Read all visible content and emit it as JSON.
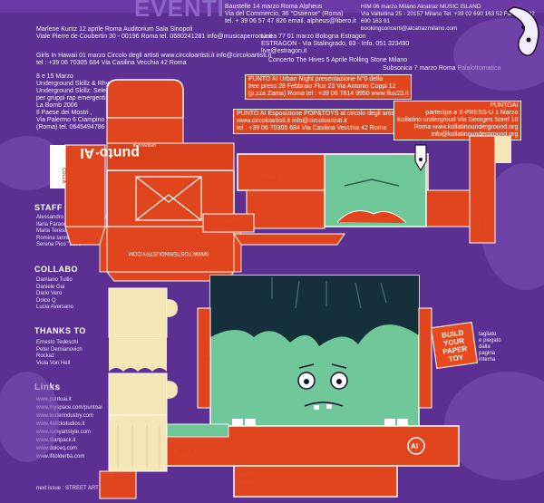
{
  "header": {
    "title": "EVENTI"
  },
  "events": {
    "e1": "Baustelle 14 marzo Roma Alpheus\nVia del Commercio, 36 \"Ostiense\" (Roma)\ntel. + 39 06 57 47 826  email. alpheus@libero.it",
    "e2": "HIM 06 marzo Milano Alcatraz MUSIC ISLAND\nVia Valtellina 25 - 20157 Milano  Tel. +39 02 690 163 52  Fax. +39 02 690 163 91\nbookingconcerti@alcatrazmilano.com",
    "e3": "Marlene Kuntz 12 aprile Roma Auditorium Sala Sinopoli\nViale Pierre de Coubertin 30 - 00196  Roma  tel. 0680241281  info@musicaperroma.it",
    "e4": "Linea 77 01 marzo Bologna Estragon\nESTRAGON - Via Stalingrado, 83 - Info. 051 323490\nlive@estragon.it",
    "e5": "Girls In Hawaii 01 marzo Circolo degli artisti  www.circoloartisti.it  info@circoloartisti.it\ntel : +39 06 70305 684 Via Casilina Vecchia 42 Roma",
    "e6": "Concerto The Hives 5 Aprile Rolling Stone Milano",
    "e7": "Subsonica 7 marzo Roma Palalottomatica",
    "e8": "8 e 15 Marzo\nUnderground Skillz & Rhyme Battle\nUnderground Skillz: Selezioni ufficiali\nper gruppi rap emergenti per\nLa Bomb 2006\nIl Paese dei Mostri ,\nVia Palermo 6 Ciampino\n(Roma) tel. 0645494786"
  },
  "boxes": {
    "b1": "PUNTO AI Urban Night presentazione N°0 della\nfree press 28 Febbraio Flux 23 Via Antonio Coppi 12\n(p.zza Zama) Roma tel : +39 06 7814 9950 www.flux23.it",
    "b2": "PUNTO AI  Esposizione POP&TOYS al circolo degli artisti\nwww.circoloartisti.it  info@circoloartisti.it\ntel : +39 06 70305 684 Via Casilina Vecchia 42 Roma",
    "b3": "PUNTOAI\npartecipa a X-PRESS-U 1 Marzo\nKollatino undergroud  Via Georges Sorel 10\nRoma  www.kollatinounderground.org\ninfo@kollatinounderground.org"
  },
  "staff": {
    "title": "STAFF",
    "items": [
      "Alessandro Ronchetti \"Kongal\"",
      "Ilaria Faraoni \"Jin\"",
      "Maria Teresa Sarno \"Kinga\"",
      "Romina Iannuzzi \"Lil'Ro\"",
      "Serena Pico \"Sere\""
    ]
  },
  "collabo": {
    "title": "COLLABO",
    "items": [
      "Damiano Tullio",
      "Daniele Gai",
      "Dario Vero",
      "Dolce Q",
      "Lucia Aversano"
    ]
  },
  "thanks": {
    "title": "THANKS TO",
    "items": [
      "Ernesto Tedeschi",
      "Peter Demianovich",
      "Rockaz",
      "Viola Von Hell"
    ]
  },
  "links": {
    "title": "Links",
    "items": [
      "www.puntoai.it",
      "www.myspace.com/puntoai",
      "www.tosterindustry.com",
      "www.4stickstudios.it",
      "www.romyartstyle.com",
      "www.startpack.it",
      "www.dolceq.com",
      "www.ifitolderba.com"
    ]
  },
  "toy": {
    "brand": "punto·AI",
    "brand_sub": "URBAN LAB",
    "url": "WWW.TOSTERINDUSTRY.COM",
    "glue_label": "COLLA",
    "badge": "BUILD\nYOUR\nPAPER\nTOY",
    "badge_note": "tagliato\ne piegato\ndalla\npagina\ninterna",
    "belt_letters": "AI"
  },
  "footer": {
    "next_issue": "next issue : STREET ART"
  },
  "colors": {
    "background": "#5c2f93",
    "paper_red": "#e0451d",
    "skin_green": "#6fc79a",
    "hair_dark": "#15303a",
    "cream": "#f5e6b8"
  }
}
